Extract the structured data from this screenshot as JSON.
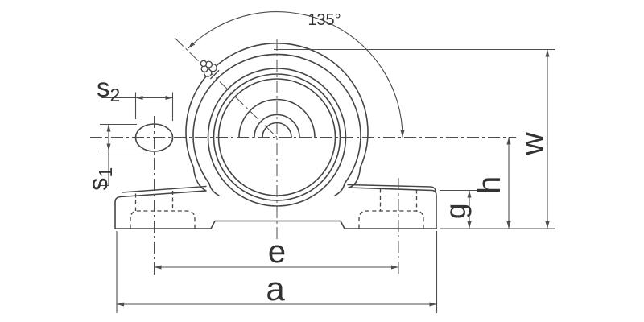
{
  "drawing": {
    "title": "pillow-block-bearing-side-view",
    "angle_label": "135°",
    "labels": {
      "s2": {
        "main": "s",
        "sub": "2"
      },
      "s1": {
        "main": "s",
        "sub": "1"
      },
      "e": "e",
      "a": "a",
      "g": "g",
      "h": "h",
      "w": "w"
    },
    "colors": {
      "background": "#ffffff",
      "object_line": "#454545",
      "dimension_line": "#4d4d4d",
      "text": "#333333"
    }
  }
}
